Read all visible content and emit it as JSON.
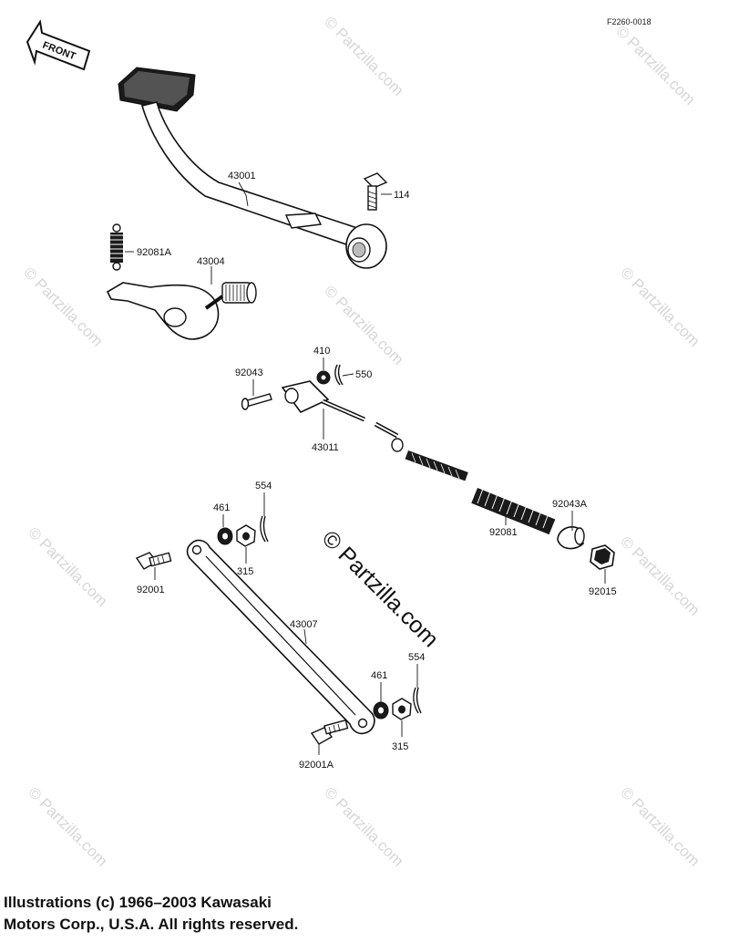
{
  "diagram_code": "F2260-0018",
  "front_label": "FRONT",
  "watermark": "© Partzilla.com",
  "copyright": {
    "line1": "Illustrations (c) 1966–2003 Kawasaki",
    "line2": "Motors Corp., U.S.A.  All rights reserved."
  },
  "callouts": {
    "p43001": "43001",
    "p114": "114",
    "p92081A": "92081A",
    "p43004": "43004",
    "p410": "410",
    "p550": "550",
    "p92043": "92043",
    "p43011": "43011",
    "p92081": "92081",
    "p92043A": "92043A",
    "p92015": "92015",
    "p461a": "461",
    "p554a": "554",
    "p315a": "315",
    "p92001": "92001",
    "p43007": "43007",
    "p461b": "461",
    "p554b": "554",
    "p315b": "315",
    "p92001A": "92001A"
  }
}
